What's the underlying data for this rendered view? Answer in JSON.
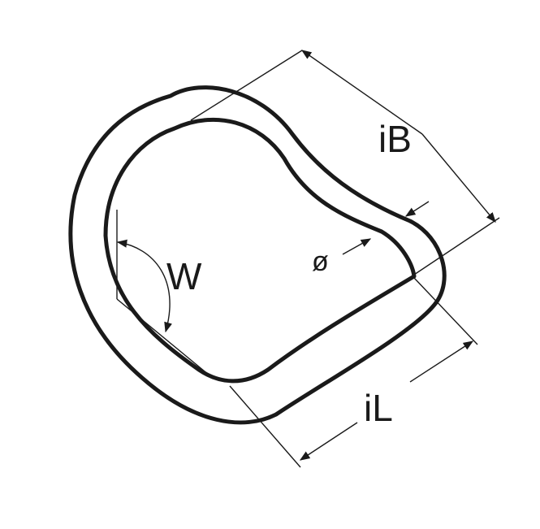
{
  "labels": {
    "width_angle": "W",
    "inner_breadth": "iB",
    "inner_length": "iL",
    "diameter": "ø"
  },
  "colors": {
    "line": "#1a1a1a",
    "background": "#ffffff"
  }
}
